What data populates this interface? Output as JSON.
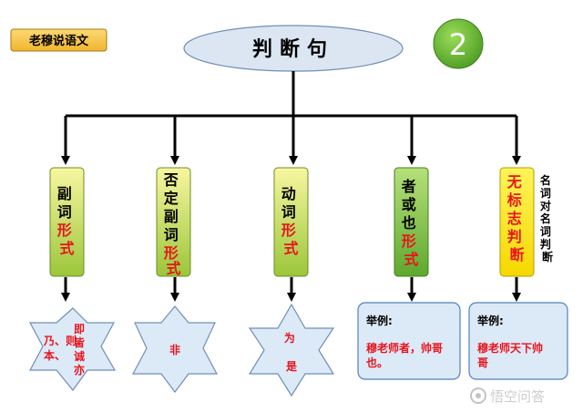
{
  "badge_label": "老穆说语文",
  "title": "判断句",
  "step_number": "2",
  "categories": [
    {
      "name_black": "副词",
      "name_red": "形式",
      "example": [
        "乃、则、",
        "本、",
        "即",
        "皆",
        "诚",
        "亦"
      ]
    },
    {
      "name_black": "否定副词",
      "name_red": "形式",
      "example": [
        "非"
      ]
    },
    {
      "name_black": "动词",
      "name_red": "形式",
      "example": [
        "为",
        "是"
      ]
    },
    {
      "name_black": "者或也",
      "name_red": "形式",
      "example_heading": "举例:",
      "example_body": [
        "穆老师者，帅哥",
        "也。"
      ]
    },
    {
      "name_black": "",
      "name_red": "无标志判断",
      "example_heading": "举例:",
      "example_body": [
        "穆老师天下帅",
        "哥"
      ],
      "side_note": "名词对名词判断"
    }
  ],
  "watermark": "悟空问答",
  "colors": {
    "bar_fill_top": "#f8f6a0",
    "bar_fill_bottom": "#9bc63a",
    "bar_fill_top_alt": "#b6e07a",
    "bar_fill_bottom_alt": "#5ea82f",
    "yellow_bar": "#fce90a",
    "red_text": "#e8141c",
    "star_fill": "#dce9f7",
    "callout_fill": "#dce9f7",
    "callout_stroke": "#4f81bd",
    "badge_fill": "#f7c64b",
    "ellipse_fill": "#dce6f2",
    "circle_fill": "#6bbf3a"
  }
}
